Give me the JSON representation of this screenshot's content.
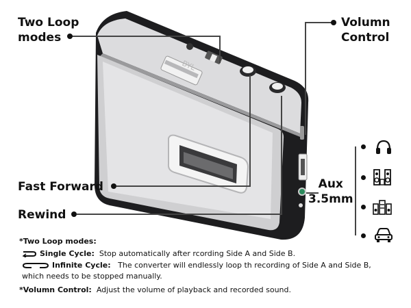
{
  "callouts": {
    "two_loop": [
      "Two Loop",
      "modes"
    ],
    "volume": [
      "Volumn",
      "Control"
    ],
    "fast_forward": "Fast Forward",
    "rewind": "Rewind",
    "aux": [
      "Aux",
      "3.5mm"
    ]
  },
  "device": {
    "brand": "BYL"
  },
  "output_icons": [
    "headphones-icon",
    "speakers-icon",
    "stereo-system-icon",
    "car-icon"
  ],
  "notes": {
    "heading": "*Two Loop modes:",
    "single_label": "Single Cycle:",
    "single_text": "Stop automatically after rcording Side A and Side B.",
    "infinite_label": "Infinite Cycle:",
    "infinite_text": "The converter will endlessly loop th recording of Side A and Side B,",
    "infinite_text2": "which needs to be stopped manually.",
    "volume_label": "*Volumn Control:",
    "volume_text": "Adjust the volume of playback and recorded sound."
  }
}
